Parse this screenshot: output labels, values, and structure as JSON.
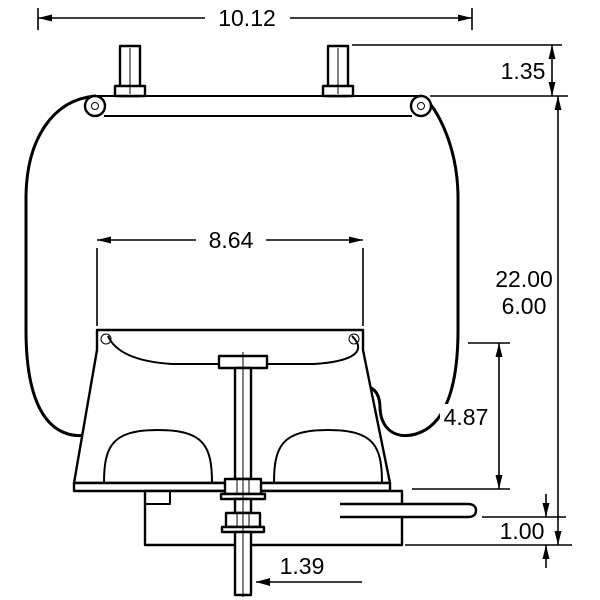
{
  "drawing": {
    "title": "air-spring-dimensional-drawing",
    "subject": "air spring suspension assembly side elevation with dimensions",
    "background_color": "#ffffff",
    "line_color": "#000000"
  },
  "dims": {
    "width_top": "10.12",
    "stud_height": "1.35",
    "piston_width": "8.64",
    "height_primary": "22.00",
    "height_secondary": "6.00",
    "piston_height": "4.87",
    "base_offset": "1.00",
    "stud_diameter": "1.39"
  }
}
